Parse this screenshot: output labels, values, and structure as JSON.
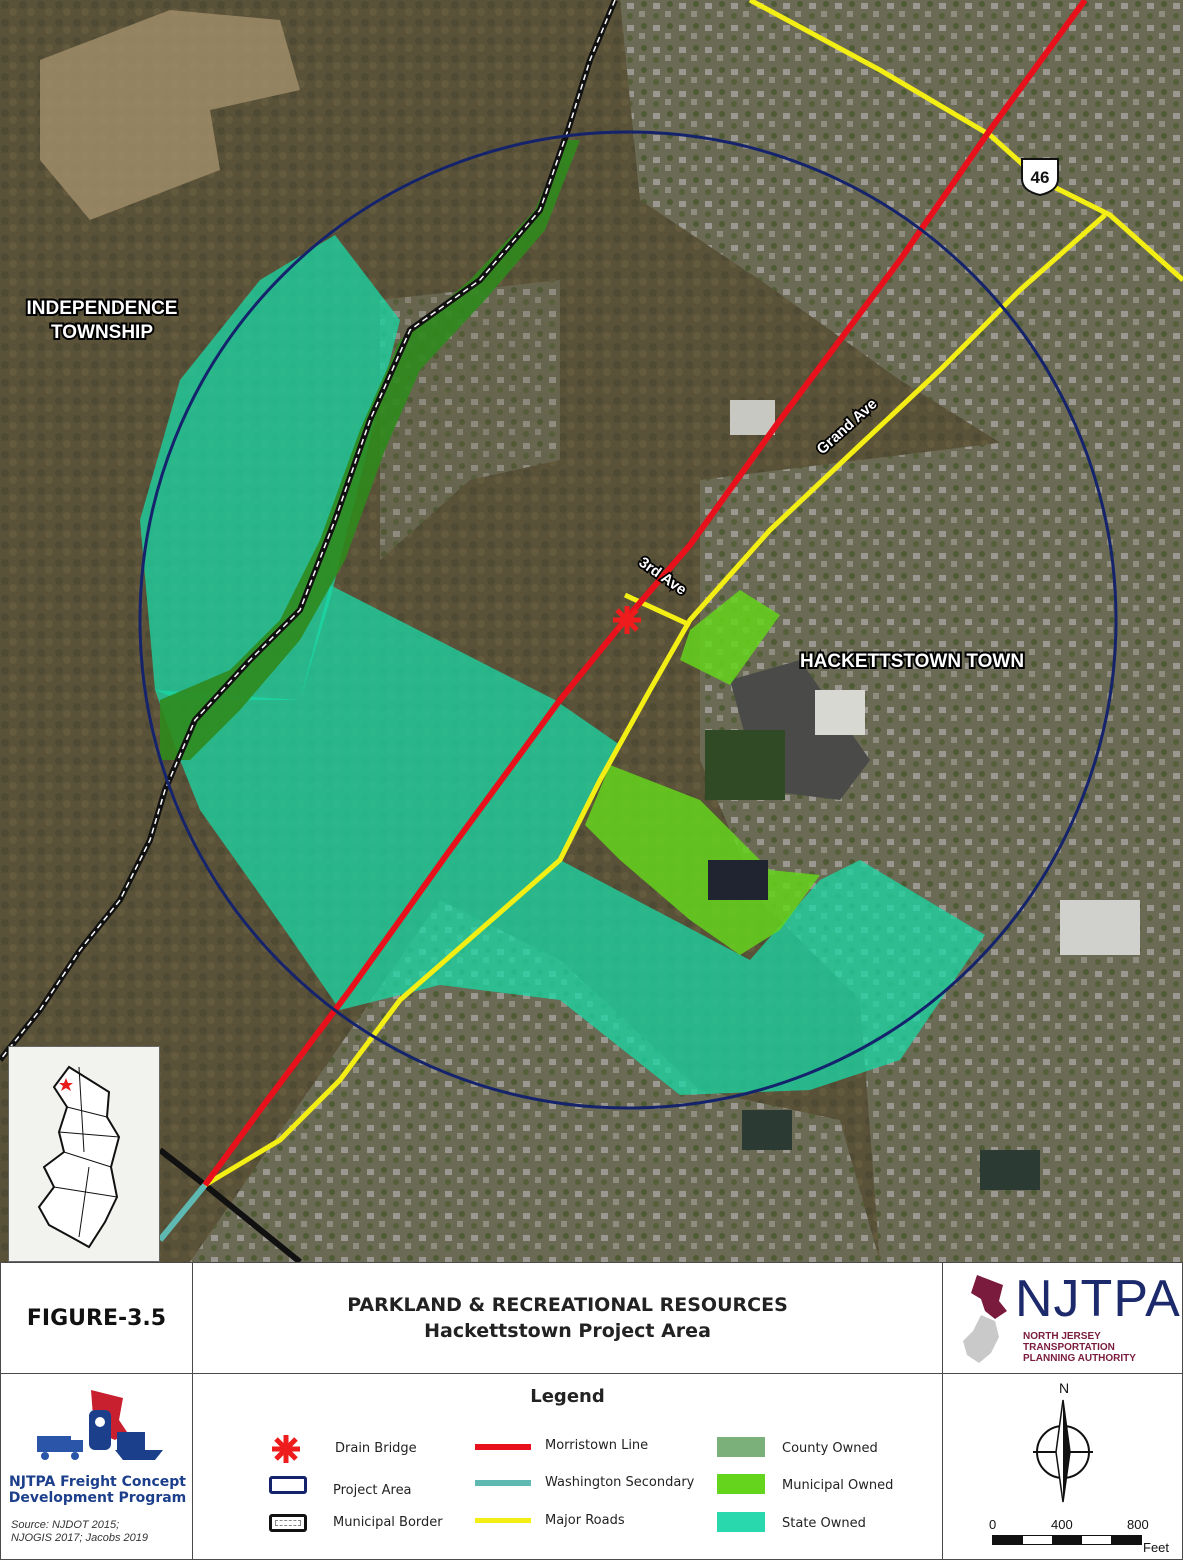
{
  "map": {
    "place_labels": {
      "independence_line1": "INDEPENDENCE",
      "independence_line2": "TOWNSHIP",
      "hackettstown": "HACKETTSTOWN TOWN"
    },
    "road_labels": {
      "grand_ave": "Grand Ave",
      "third_ave": "3rd Ave",
      "route_shield": "46"
    },
    "colors": {
      "aerial": "#5d5a44",
      "project_area": "#14236b",
      "morristown_line": "#e8101a",
      "washington_secondary": "#5fb9b3",
      "major_roads": "#f3ee14",
      "municipal_border": "#111111",
      "county_owned": "#2f8a1d",
      "municipal_owned": "#64d41c",
      "state_owned": "#19d8a6",
      "drain_bridge": "#ee1c1c"
    }
  },
  "figure": {
    "label": "FIGURE-3.5"
  },
  "title": {
    "main": "PARKLAND & RECREATIONAL RESOURCES",
    "sub": "Hackettstown Project Area"
  },
  "logo": {
    "name": "NJTPA",
    "line1": "NORTH JERSEY",
    "line2": "TRANSPORTATION",
    "line3": "PLANNING AUTHORITY"
  },
  "program": {
    "line1": "NJTPA Freight Concept",
    "line2": "Development Program",
    "source_line1": "Source:  NJDOT 2015;",
    "source_line2": "NJOGIS 2017; Jacobs 2019"
  },
  "legend": {
    "title": "Legend",
    "items": {
      "drain_bridge": "Drain Bridge",
      "project_area": "Project Area",
      "municipal_border": "Municipal Border",
      "morristown_line": "Morristown Line",
      "washington_secondary": "Washington Secondary",
      "major_roads": "Major Roads",
      "county_owned": "County Owned",
      "municipal_owned": "Municipal Owned",
      "state_owned": "State Owned"
    }
  },
  "north_arrow": {
    "label": "N"
  },
  "scale_bar": {
    "tick_0": "0",
    "tick_1": "400",
    "tick_2": "800",
    "units": "Feet"
  }
}
